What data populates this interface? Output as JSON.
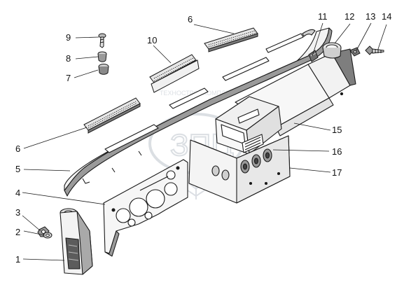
{
  "diagram": {
    "type": "exploded-parts-view",
    "line_color": "#1a1a1a",
    "fill_light": "#f2f2f2",
    "fill_mid": "#d9d9d9",
    "fill_dark": "#8a8a8a",
    "callouts": [
      {
        "id": "c1",
        "label": "1"
      },
      {
        "id": "c2",
        "label": "2"
      },
      {
        "id": "c3",
        "label": "3"
      },
      {
        "id": "c4",
        "label": "4"
      },
      {
        "id": "c5",
        "label": "5"
      },
      {
        "id": "c6a",
        "label": "6"
      },
      {
        "id": "c6b",
        "label": "6"
      },
      {
        "id": "c7",
        "label": "7"
      },
      {
        "id": "c8",
        "label": "8"
      },
      {
        "id": "c9",
        "label": "9"
      },
      {
        "id": "c10",
        "label": "10"
      },
      {
        "id": "c11",
        "label": "11"
      },
      {
        "id": "c12",
        "label": "12"
      },
      {
        "id": "c13",
        "label": "13"
      },
      {
        "id": "c14",
        "label": "14"
      },
      {
        "id": "c15",
        "label": "15"
      },
      {
        "id": "c16",
        "label": "16"
      },
      {
        "id": "c17",
        "label": "17"
      }
    ]
  },
  "watermark": {
    "logo_text": "ЗПЦ",
    "caption": "ТЕХНОСТРОЙКОМПЛЕКТ",
    "color": "#9aa4b2"
  }
}
